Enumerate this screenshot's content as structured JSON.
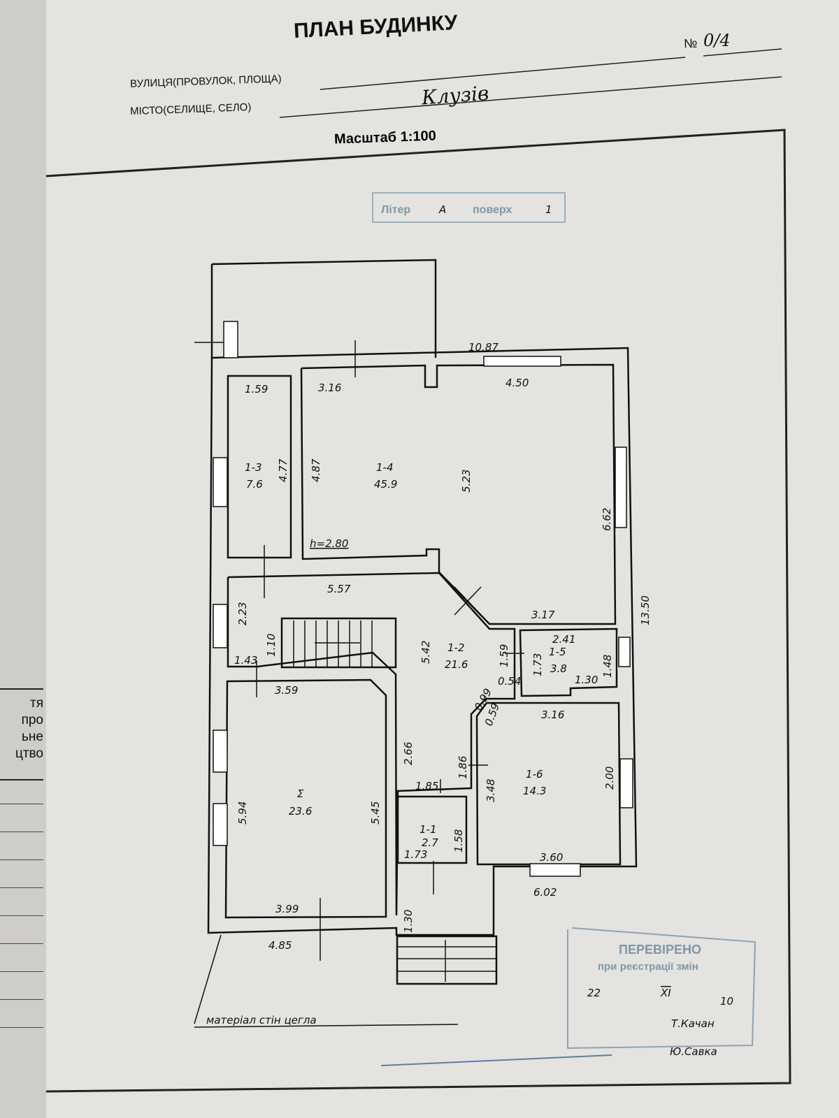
{
  "header": {
    "title": "ПЛАН БУДИНКУ",
    "number_label": "№",
    "number_value": "0/4",
    "street_label": "ВУЛИЦЯ(ПРОВУЛОК, ПЛОЩА)",
    "city_label": "МІСТО(СЕЛИЩЕ, СЕЛО)",
    "city_value": "Клузів",
    "scale": "Масштаб 1:100"
  },
  "floor_stamp": {
    "letter_label": "Літер",
    "letter": "А",
    "floor_label": "поверх",
    "floor": "1"
  },
  "plan": {
    "height": "h=2.80",
    "rooms": [
      {
        "id": "1-1",
        "area": "2.7"
      },
      {
        "id": "1-2",
        "area": "21.6"
      },
      {
        "id": "1-3",
        "area": "7.6"
      },
      {
        "id": "1-4",
        "area": "45.9"
      },
      {
        "id": "1-5",
        "area": "3.8"
      },
      {
        "id": "1-6",
        "area": "14.3"
      },
      {
        "id": "Σ",
        "area": "23.6"
      }
    ],
    "dimensions": [
      "10.87",
      "1.59",
      "3.16",
      "4.50",
      "4.77",
      "4.87",
      "5.23",
      "6.62",
      "13.50",
      "5.57",
      "3.17",
      "2.23",
      "1.10",
      "1.43",
      "3.59",
      "5.42",
      "1.59",
      "0.54",
      "2.41",
      "1.73",
      "1.48",
      "1.30",
      "0.99",
      "0.59",
      "3.16",
      "2.66",
      "1.86",
      "2.00",
      "3.48",
      "1.85",
      "1.58",
      "1.73",
      "3.60",
      "6.02",
      "5.94",
      "5.45",
      "3.99",
      "4.85",
      "1.30"
    ],
    "material": "матеріал стін цегла"
  },
  "left_page": {
    "lines": [
      "тя",
      "про",
      "ьне",
      "цтво"
    ]
  },
  "verification_stamp": {
    "line1": "ПЕРЕВІРЕНО",
    "line2": "при реєстрації змін",
    "day": "22",
    "month": "XI",
    "year": "10",
    "signature1": "Т.Качан",
    "signature2": "Ю.Савка"
  }
}
